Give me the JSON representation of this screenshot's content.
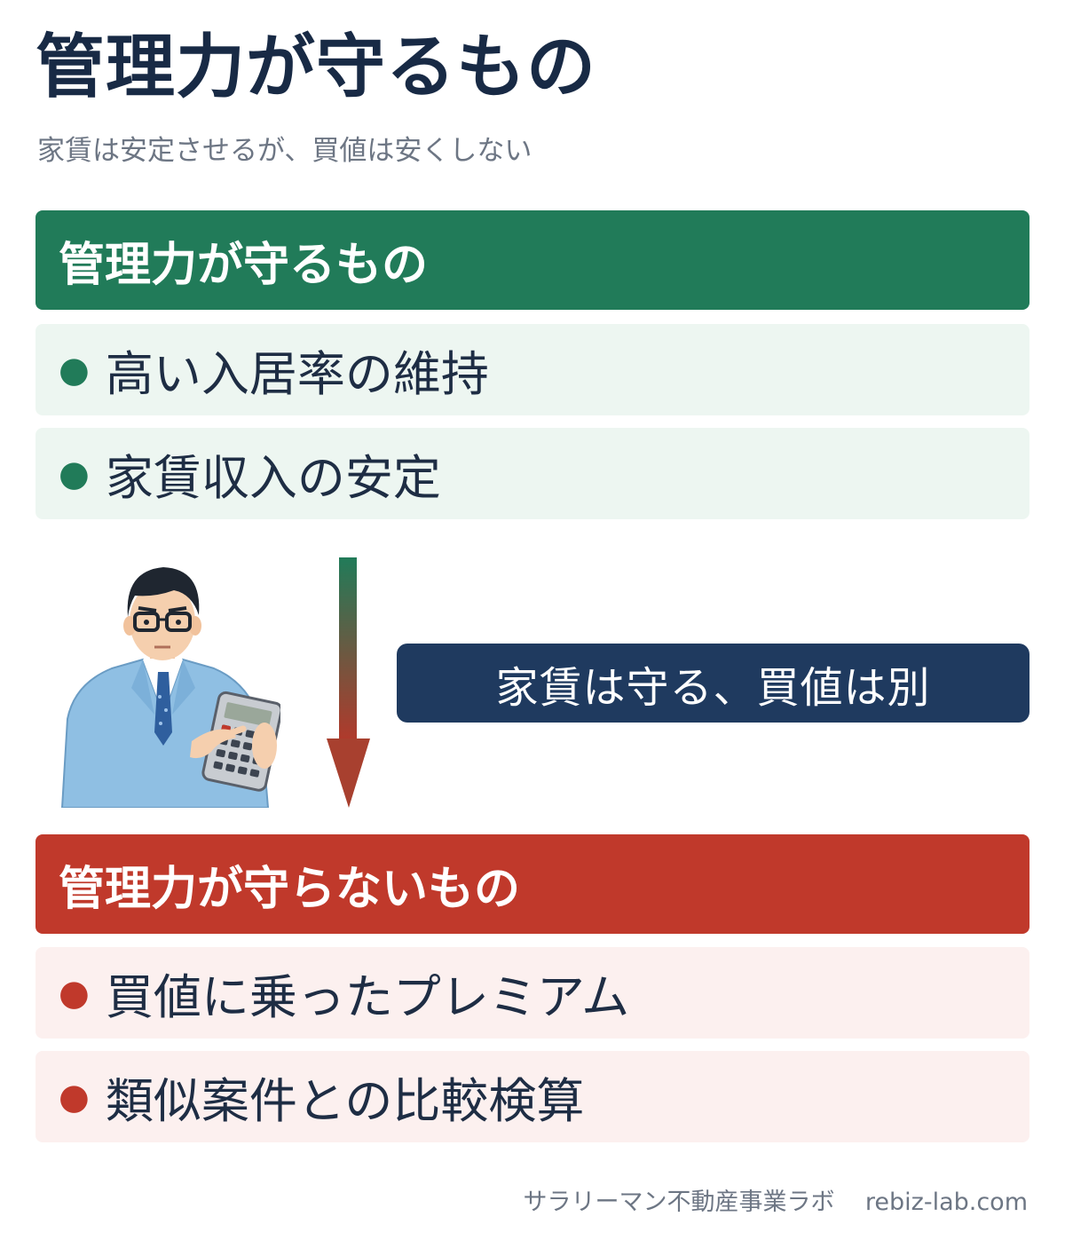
{
  "title": "管理力が守るもの",
  "subtitle": "家賃は安定させるが、買値は安くしない",
  "protects": {
    "header": "管理力が守るもの",
    "items": [
      "高い入居率の維持",
      "家賃収入の安定"
    ]
  },
  "callout": "家賃は守る、買値は別",
  "not_protects": {
    "header": "管理力が守らないもの",
    "items": [
      "買値に乗ったプレミアム",
      "類似案件との比較検算"
    ]
  },
  "footer": {
    "brand": "サラリーマン不動産事業ラボ",
    "url": "rebiz-lab.com"
  },
  "colors": {
    "green": "#217b59",
    "red": "#c0392b",
    "navy": "#1f3a5f"
  },
  "icons": {
    "bullet": "bullet-dot-icon",
    "arrow": "down-arrow-icon",
    "illustration": "businessman-with-calculator-icon"
  }
}
